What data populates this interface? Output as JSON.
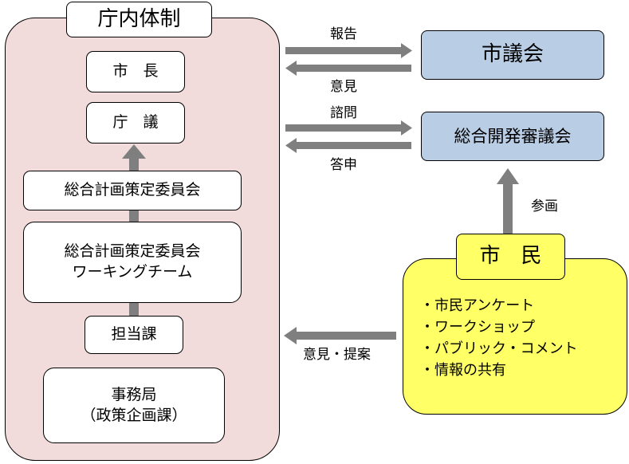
{
  "colors": {
    "office_panel": "#f2dcdb",
    "council_box": "#b9cde5",
    "citizen_panel": "#ffff66",
    "arrow": "#7f7f7f"
  },
  "office": {
    "title": "庁内体制",
    "mayor": "市　長",
    "council_meeting": "庁　議",
    "planning_committee": "総合計画策定委員会",
    "working_team": "総合計画策定委員会\nワーキングチーム",
    "section": "担当課",
    "secretariat": "事務局\n（政策企画課）"
  },
  "city_council": {
    "name": "市議会",
    "arrow_to_label": "報告",
    "arrow_from_label": "意見"
  },
  "development_council": {
    "name": "総合開発審議会",
    "arrow_to_label": "諮問",
    "arrow_from_label": "答申",
    "participation_label": "参画"
  },
  "citizens": {
    "title": "市　民",
    "items": [
      "・市民アンケート",
      "・ワークショップ",
      "・パブリック・コメント",
      "・情報の共有"
    ],
    "arrow_label": "意見・提案"
  }
}
